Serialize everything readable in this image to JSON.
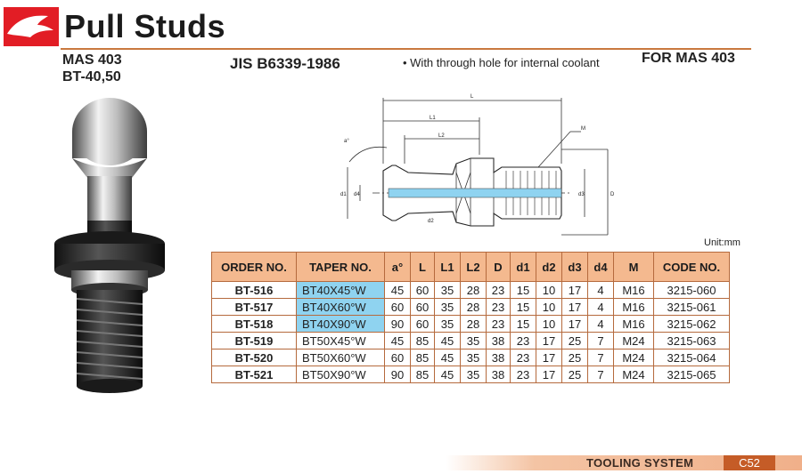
{
  "header": {
    "title": "Pull Studs",
    "standard_line1": "MAS 403",
    "standard_line2": "BT-40,50",
    "jis": "JIS B6339-1986",
    "note": "• With through hole for internal coolant",
    "for_label": "FOR MAS 403"
  },
  "drawing_labels": {
    "L": "L",
    "L1": "L1",
    "L2": "L2",
    "M": "M",
    "a": "a°",
    "d1": "d1",
    "d2": "d2",
    "d3": "d3",
    "d4": "d4",
    "D": "D"
  },
  "unit": "Unit:mm",
  "table": {
    "headers": [
      "ORDER NO.",
      "TAPER NO.",
      "a°",
      "L",
      "L1",
      "L2",
      "D",
      "d1",
      "d2",
      "d3",
      "d4",
      "M",
      "CODE NO."
    ],
    "rows": [
      {
        "order": "BT-516",
        "taper": "BT40X45°W",
        "a": "45",
        "L": "60",
        "L1": "35",
        "L2": "28",
        "D": "23",
        "d1": "15",
        "d2": "10",
        "d3": "17",
        "d4": "4",
        "M": "M16",
        "code": "3215-060"
      },
      {
        "order": "BT-517",
        "taper": "BT40X60°W",
        "a": "60",
        "L": "60",
        "L1": "35",
        "L2": "28",
        "D": "23",
        "d1": "15",
        "d2": "10",
        "d3": "17",
        "d4": "4",
        "M": "M16",
        "code": "3215-061"
      },
      {
        "order": "BT-518",
        "taper": "BT40X90°W",
        "a": "90",
        "L": "60",
        "L1": "35",
        "L2": "28",
        "D": "23",
        "d1": "15",
        "d2": "10",
        "d3": "17",
        "d4": "4",
        "M": "M16",
        "code": "3215-062"
      },
      {
        "order": "BT-519",
        "taper": "BT50X45°W",
        "a": "45",
        "L": "85",
        "L1": "45",
        "L2": "35",
        "D": "38",
        "d1": "23",
        "d2": "17",
        "d3": "25",
        "d4": "7",
        "M": "M24",
        "code": "3215-063"
      },
      {
        "order": "BT-520",
        "taper": "BT50X60°W",
        "a": "60",
        "L": "85",
        "L1": "45",
        "L2": "35",
        "D": "38",
        "d1": "23",
        "d2": "17",
        "d3": "25",
        "d4": "7",
        "M": "M24",
        "code": "3215-064"
      },
      {
        "order": "BT-521",
        "taper": "BT50X90°W",
        "a": "90",
        "L": "85",
        "L1": "45",
        "L2": "35",
        "D": "38",
        "d1": "23",
        "d2": "17",
        "d3": "25",
        "d4": "7",
        "M": "M24",
        "code": "3215-065"
      }
    ]
  },
  "footer": {
    "section": "TOOLING SYSTEM",
    "page": "C52"
  }
}
